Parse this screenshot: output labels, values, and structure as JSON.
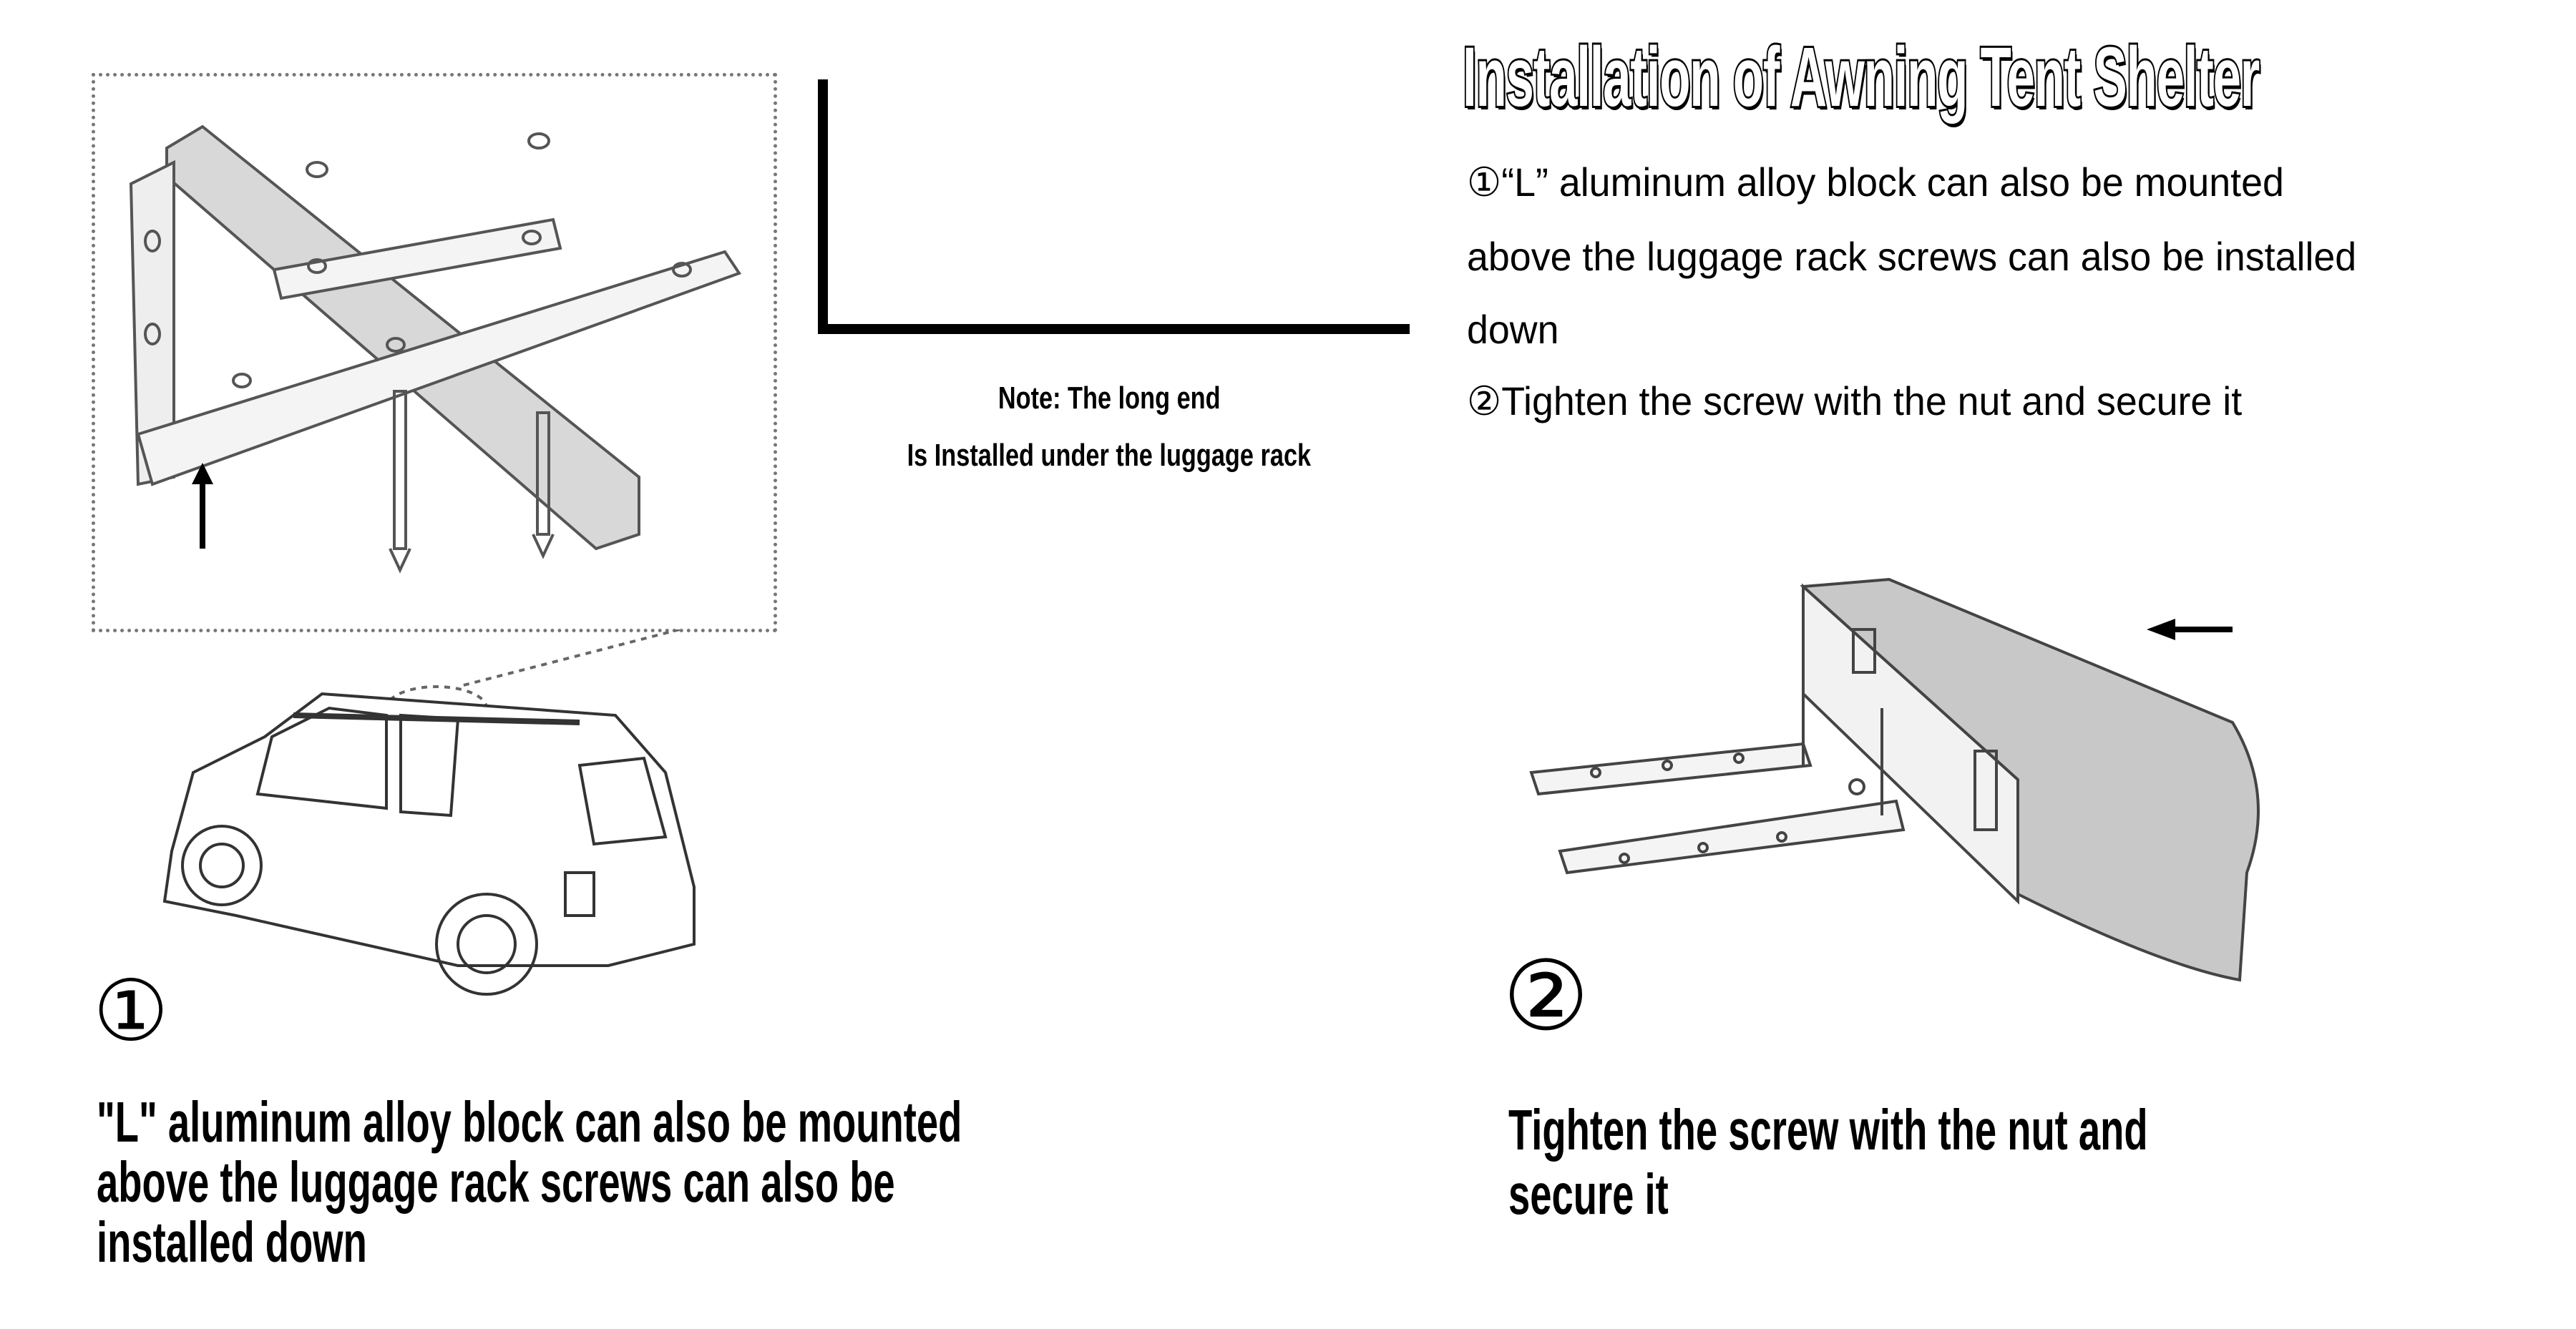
{
  "title": "Installation of Awning Tent Shelter",
  "instructions": [
    "①“L” aluminum alloy block can also be mounted",
    "above the luggage rack screws can also be installed",
    "down",
    "②Tighten the screw with the nut and secure it"
  ],
  "note": {
    "line1": "Note: The long end",
    "line2": "Is Installed under the luggage rack"
  },
  "step1": {
    "number": "①",
    "lines": [
      "\"L\" aluminum alloy block can also be mounted",
      "above the luggage rack screws can also be",
      "installed down"
    ]
  },
  "step2": {
    "number": "②",
    "lines": [
      "Tighten the screw with the nut and",
      "secure it"
    ]
  }
}
